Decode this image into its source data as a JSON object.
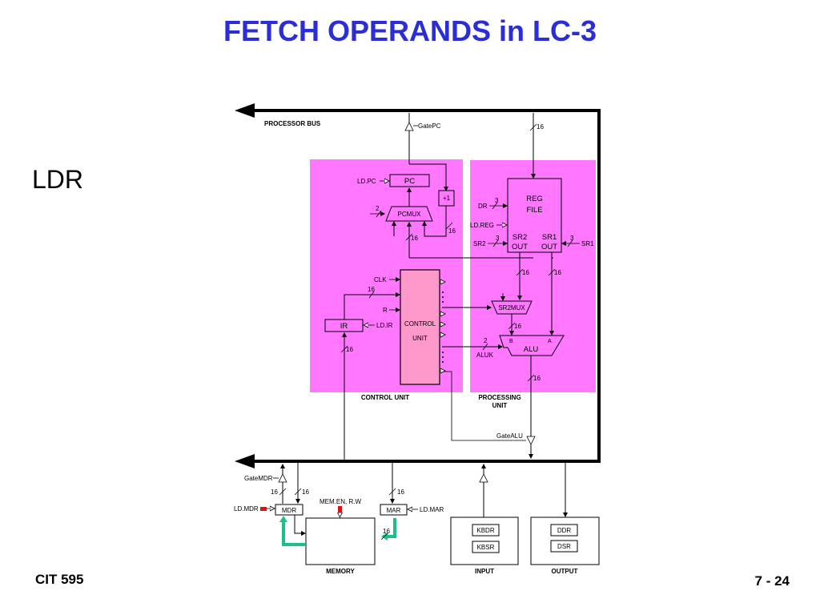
{
  "slide": {
    "title": "FETCH OPERANDS in LC-3",
    "side_label": "LDR",
    "footer_left": "CIT 595",
    "footer_right": "7 - 24"
  },
  "colors": {
    "title": "#2b2ed6",
    "unit_background": "#ff77ff",
    "control_block": "#ff99cc",
    "highlight_path": "#19c08b",
    "highlight_marker": "#e01010"
  },
  "diagram": {
    "processor_bus": "PROCESSOR BUS",
    "gate_pc": "GatePC",
    "gate_alu": "GateALU",
    "gate_mdr": "GateMDR",
    "pc": "PC",
    "ld_pc": "LD.PC",
    "plus_one": "+1",
    "pcmux": "PCMUX",
    "reg_file_line1": "REG",
    "reg_file_line2": "FILE",
    "dr": "DR",
    "ld_reg": "LD.REG",
    "sr2": "SR2",
    "sr1": "SR1",
    "sr2_out_line1": "SR2",
    "sr2_out_line2": "OUT",
    "sr1_out_line1": "SR1",
    "sr1_out_line2": "OUT",
    "clk": "CLK",
    "r": "R",
    "ir": "IR",
    "ld_ir": "LD.IR",
    "control_line1": "CONTROL",
    "control_line2": "UNIT",
    "sr2mux": "SR2MUX",
    "alu": "ALU",
    "aluk": "ALUK",
    "alu_in_b": "B",
    "alu_in_a": "A",
    "control_unit_caption": "CONTROL UNIT",
    "processing_unit_line1": "PROCESSING",
    "processing_unit_line2": "UNIT",
    "mdr": "MDR",
    "ld_mdr": "LD.MDR",
    "mar": "MAR",
    "ld_mar": "LD.MAR",
    "mem_en_rw": "MEM.EN, R.W",
    "memory": "MEMORY",
    "kbdr": "KBDR",
    "kbsr": "KBSR",
    "input": "INPUT",
    "ddr": "DDR",
    "dsr": "DSR",
    "output": "OUTPUT",
    "width_16": "16",
    "width_3": "3",
    "width_2": "2"
  }
}
